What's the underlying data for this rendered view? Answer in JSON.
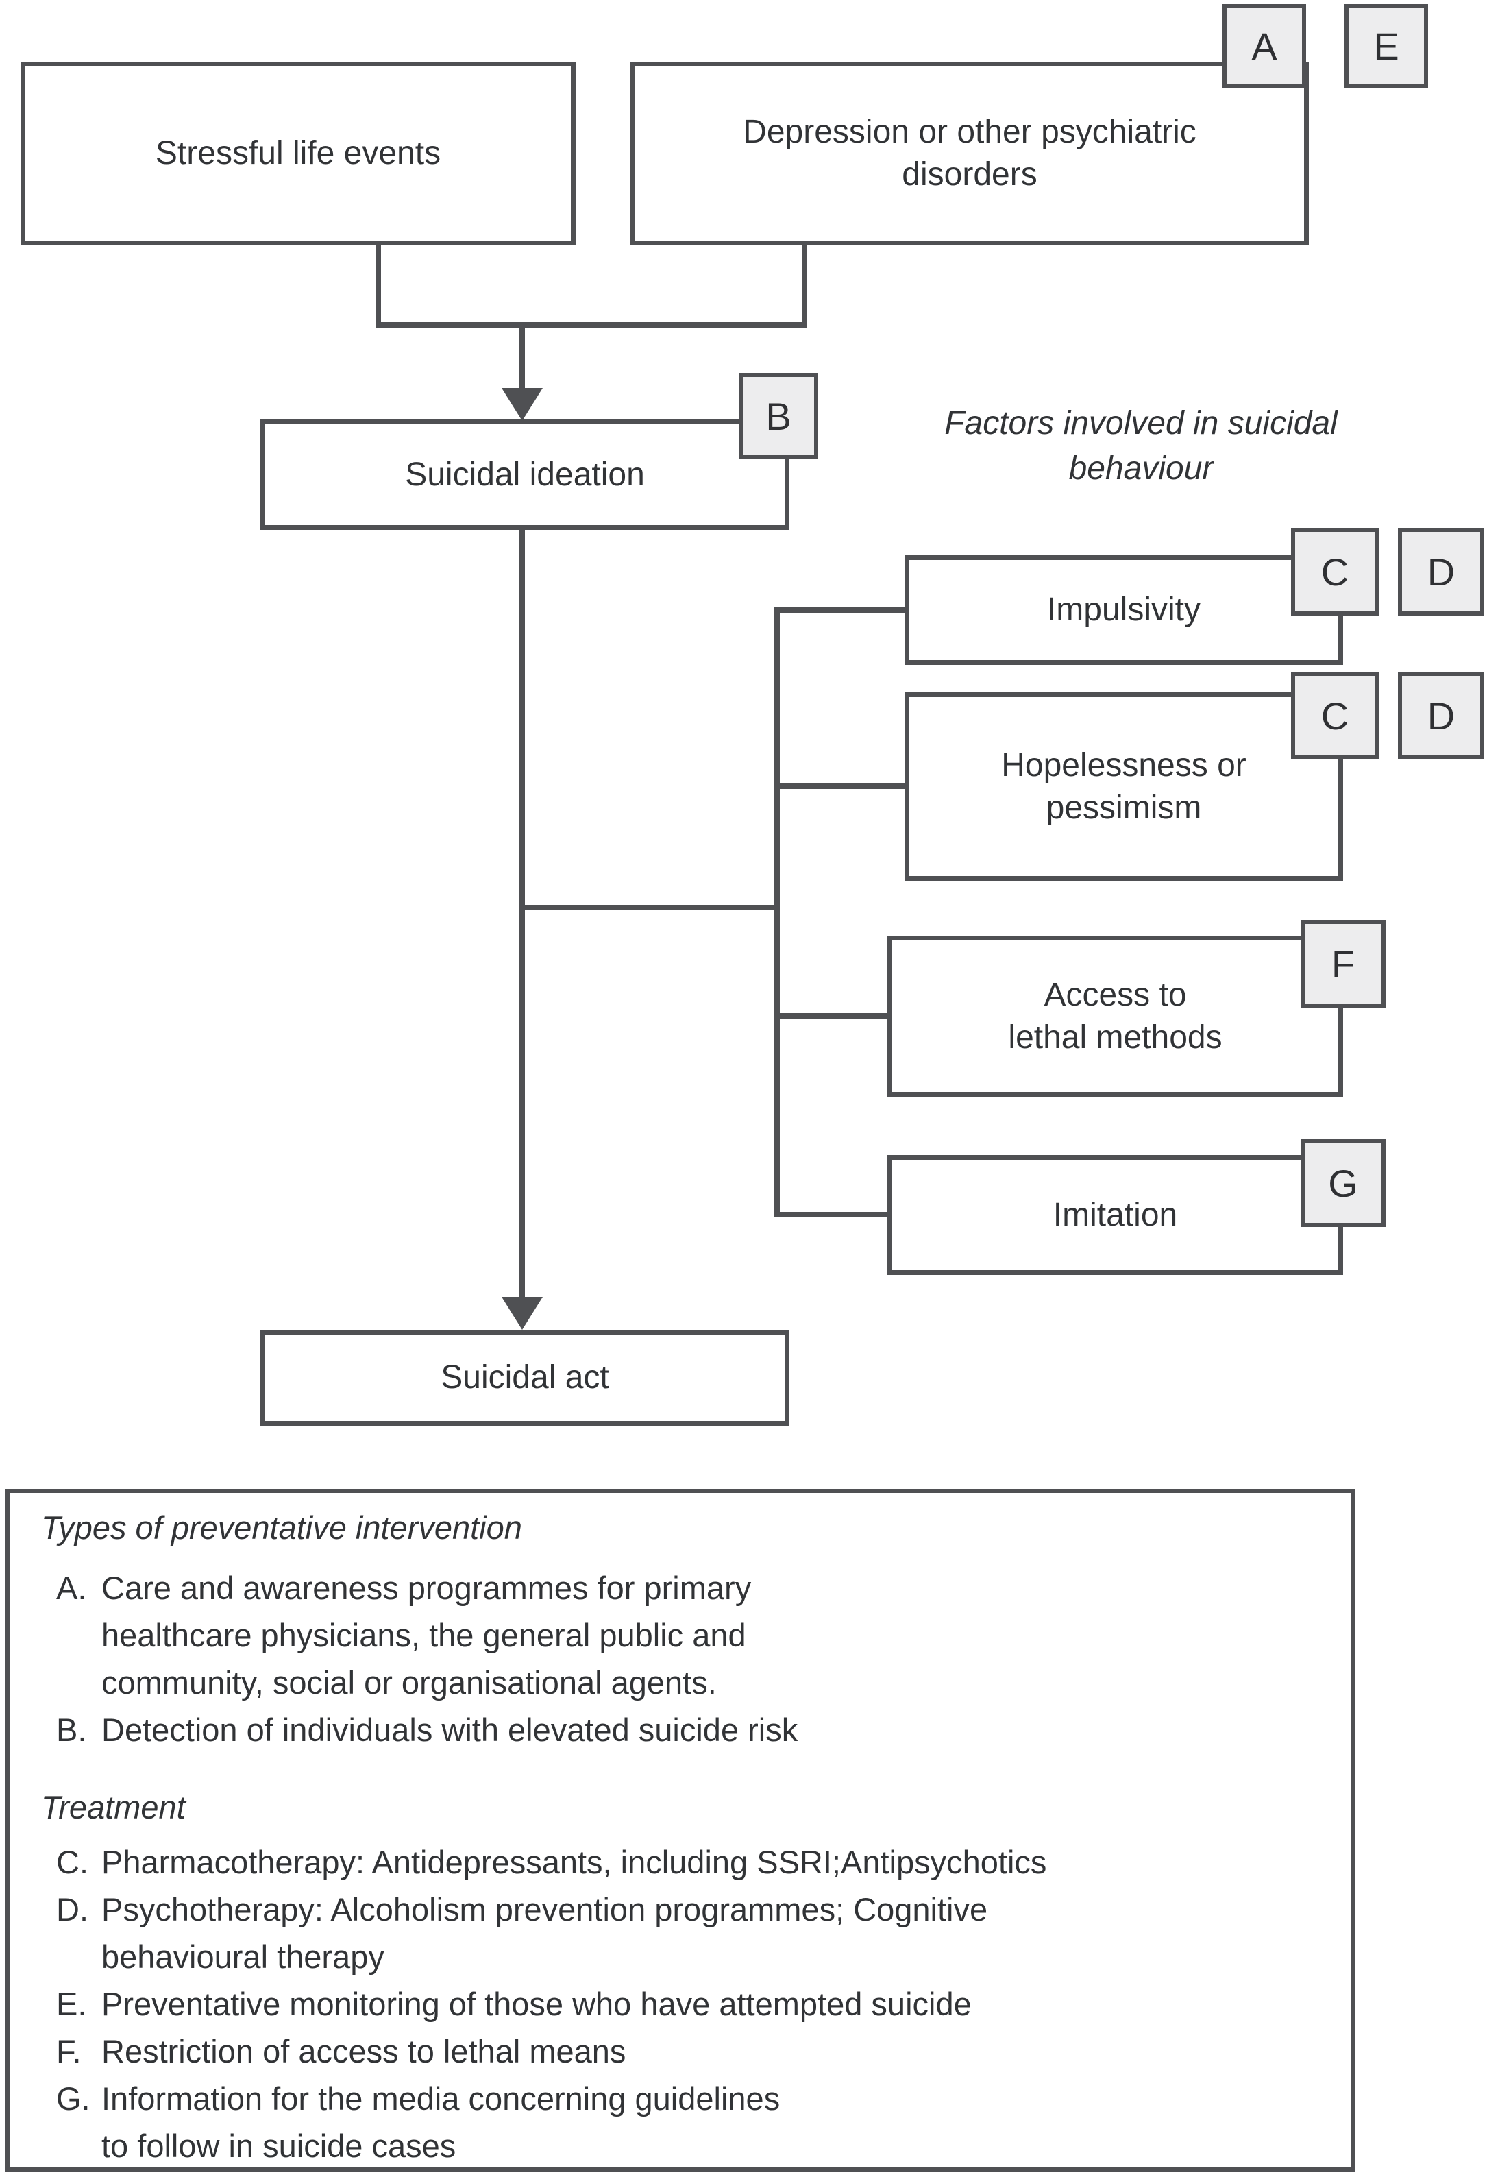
{
  "figure": {
    "boxes": {
      "stressful": {
        "label": "Stressful life events"
      },
      "depression": {
        "line1": "Depression or other psychiatric",
        "line2": "disorders"
      },
      "ideation": {
        "label": "Suicidal ideation"
      },
      "impulsivity": {
        "label": "Impulsivity"
      },
      "hopelessness": {
        "line1": "Hopelessness or",
        "line2": "pessimism"
      },
      "access": {
        "line1": "Access to",
        "line2": "lethal methods"
      },
      "imitation": {
        "label": "Imitation"
      },
      "act": {
        "label": "Suicidal act"
      }
    },
    "factors_title": {
      "line1": "Factors involved in suicidal",
      "line2": "behaviour"
    },
    "chips": {
      "a": "A",
      "b": "B",
      "c": "C",
      "d": "D",
      "e": "E",
      "f": "F",
      "g": "G"
    }
  },
  "legend": {
    "prevention_heading": "Types of preventative intervention",
    "treatment_heading": "Treatment",
    "items": [
      {
        "letter": "A.",
        "lines": [
          "Care and awareness programmes for primary",
          "healthcare physicians, the general public and",
          "community, social or organisational agents."
        ]
      },
      {
        "letter": "B.",
        "lines": [
          "Detection of individuals with elevated suicide risk"
        ]
      },
      {
        "letter": "C.",
        "lines": [
          "Pharmacotherapy: Antidepressants, including SSRI;Antipsychotics"
        ]
      },
      {
        "letter": "D.",
        "lines": [
          "Psychotherapy: Alcoholism prevention programmes; Cognitive",
          "behavioural therapy"
        ]
      },
      {
        "letter": "E.",
        "lines": [
          "Preventative monitoring of those who have attempted suicide"
        ]
      },
      {
        "letter": "F.",
        "lines": [
          "Restriction of access to lethal means"
        ]
      },
      {
        "letter": "G.",
        "lines": [
          "Information for the media concerning guidelines",
          "to follow in suicide cases"
        ]
      }
    ]
  },
  "colors": {
    "line": "#4f5053",
    "text": "#313336",
    "chip_background": "#ededee",
    "background": "#ffffff"
  }
}
